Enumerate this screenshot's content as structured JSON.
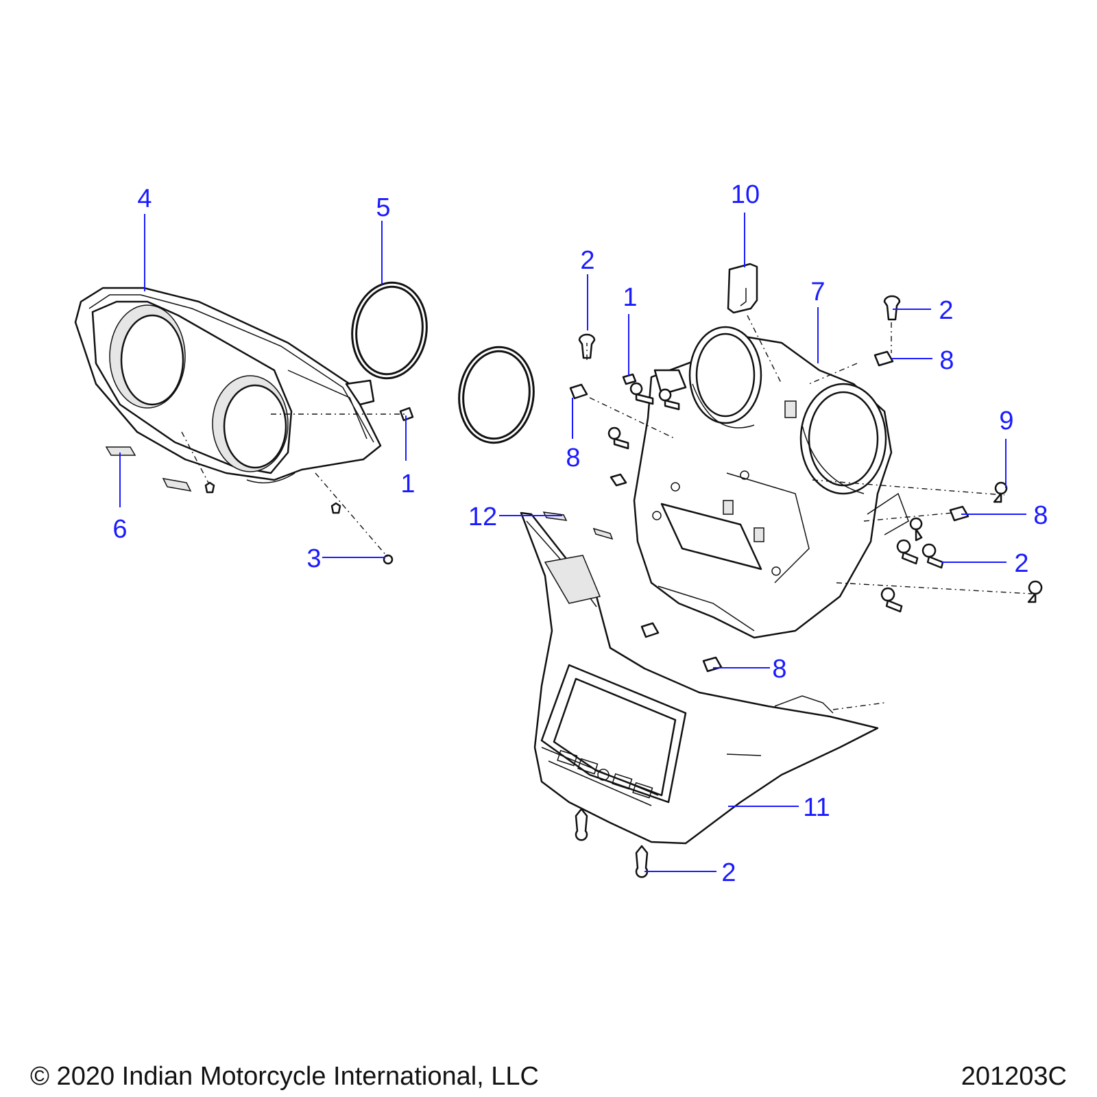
{
  "callouts": {
    "c4": "4",
    "c5": "5",
    "c6": "6",
    "c1a": "1",
    "c3": "3",
    "c2a": "2",
    "c1b": "1",
    "c8a": "8",
    "c10": "10",
    "c7": "7",
    "c2b": "2",
    "c8b": "8",
    "c9": "9",
    "c8c": "8",
    "c2c": "2",
    "c12": "12",
    "c8d": "8",
    "c11": "11",
    "c2d": "2"
  },
  "footer": {
    "copyright": "© 2020 Indian Motorcycle International, LLC",
    "diagram_id": "201203C"
  },
  "colors": {
    "callout": "#1a1aff",
    "line": "#111111"
  }
}
